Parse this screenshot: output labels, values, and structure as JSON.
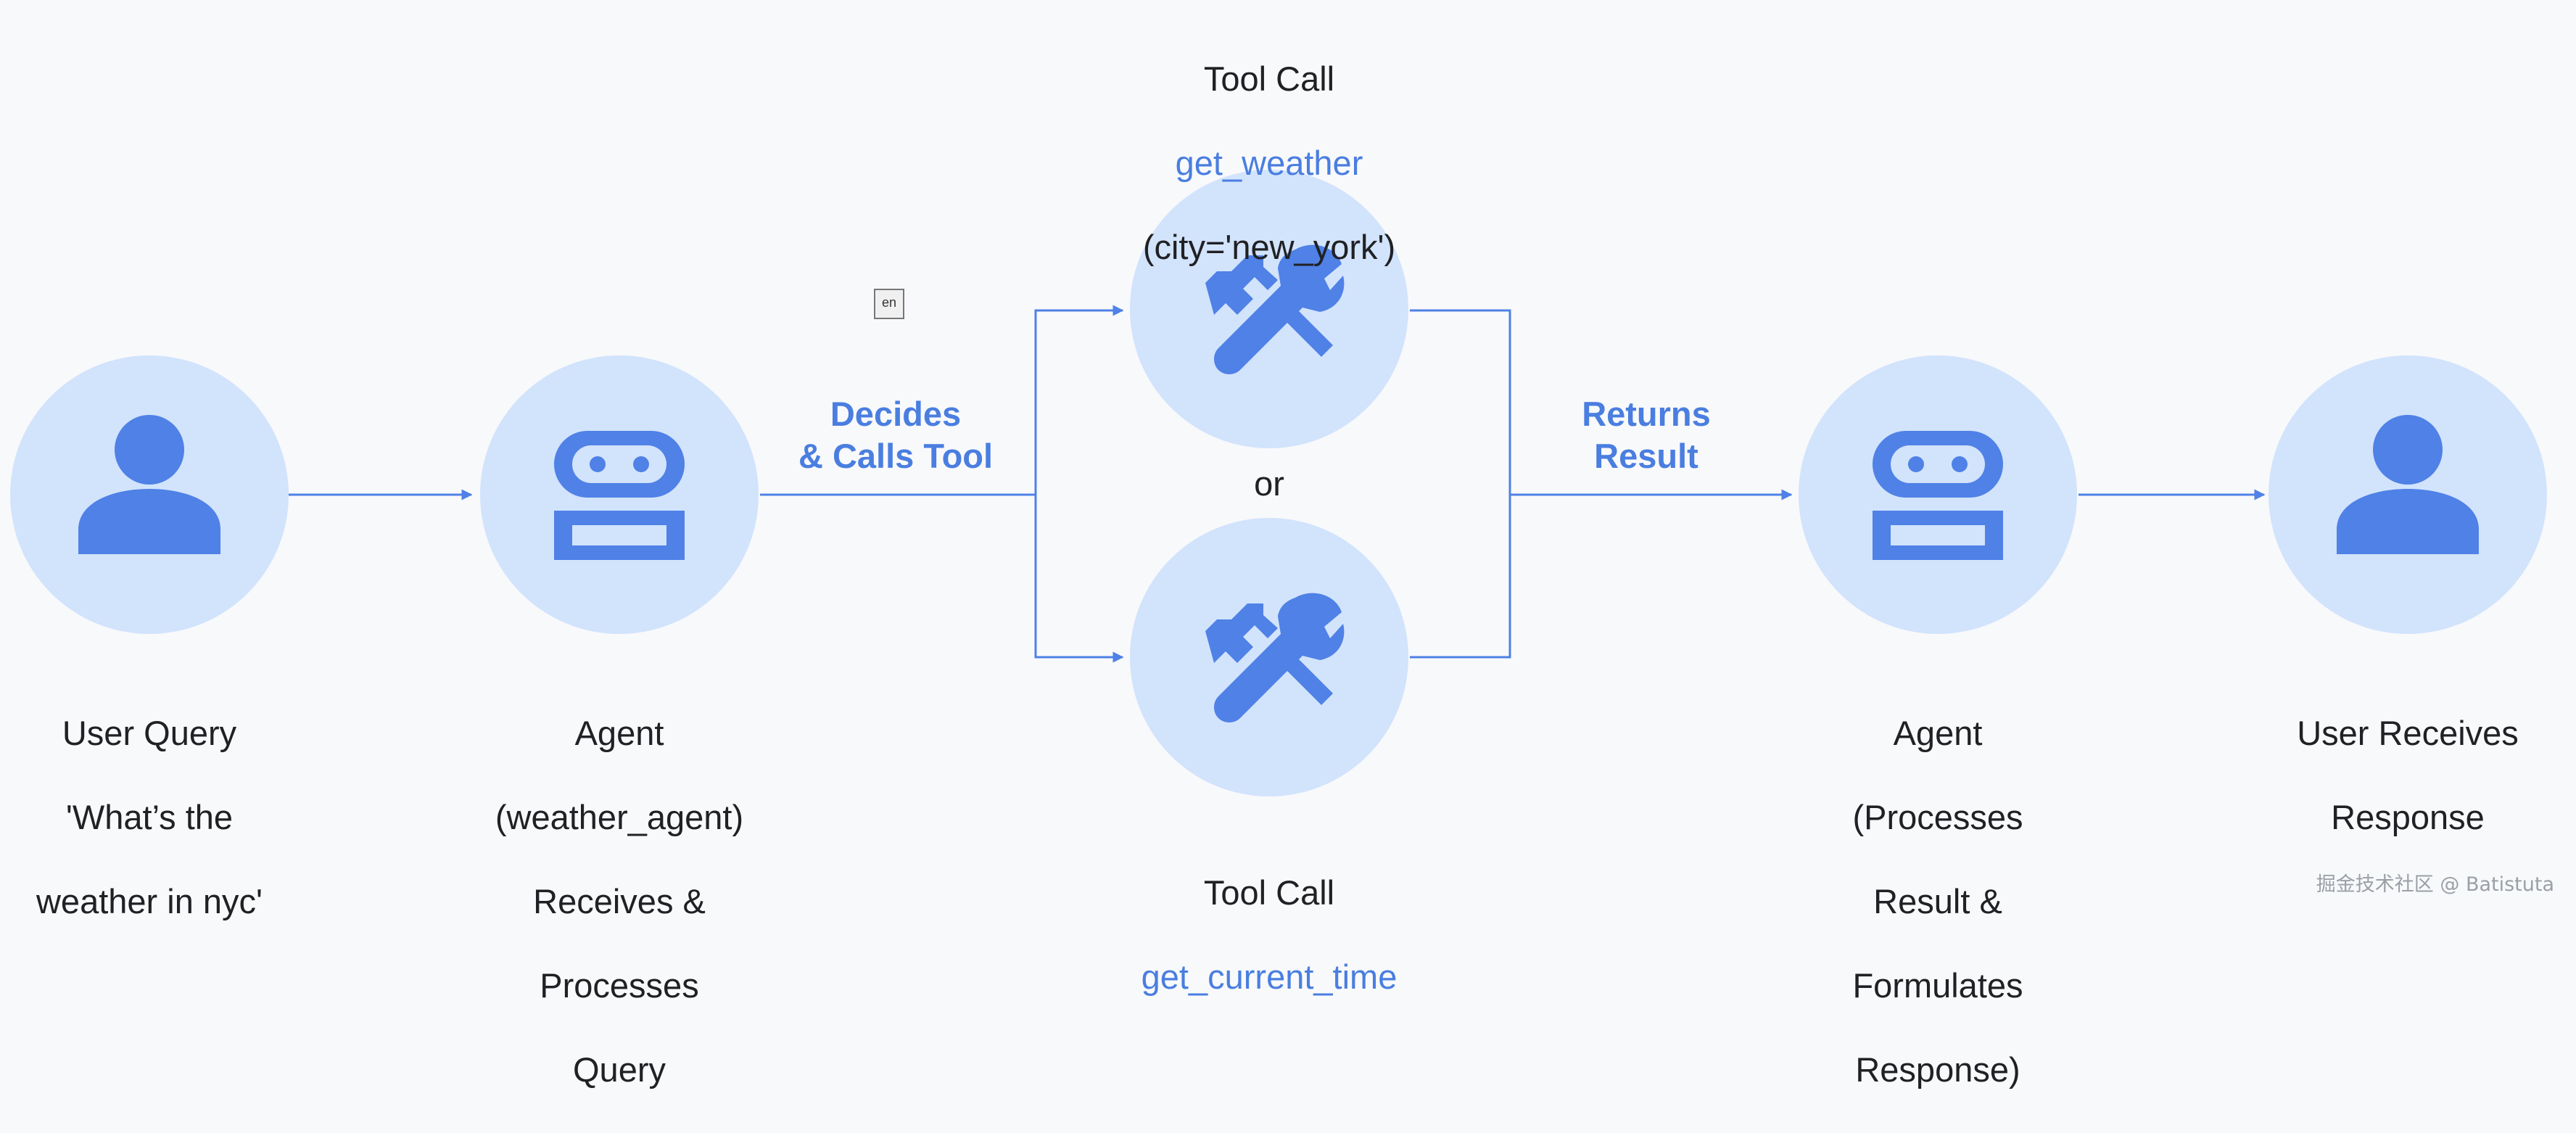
{
  "nodes": {
    "user_query": {
      "lines": [
        "User Query",
        "'What’s the",
        "weather in nyc'"
      ],
      "icon": "person-icon"
    },
    "agent_receives": {
      "lines": [
        "Agent",
        "(weather_agent)",
        "Receives &",
        "Processes",
        "Query"
      ],
      "icon": "robot-icon"
    },
    "tool_weather": {
      "title": "Tool Call",
      "function": "get_weather",
      "args": "(city='new_york')",
      "icon": "tools-icon"
    },
    "tool_time": {
      "title": "Tool Call",
      "function": "get_current_time",
      "icon": "tools-icon"
    },
    "agent_processes": {
      "lines": [
        "Agent",
        "(Processes",
        "Result &",
        "Formulates",
        "Response)"
      ],
      "icon": "robot-icon"
    },
    "user_receives": {
      "lines": [
        "User Receives",
        "Response"
      ],
      "icon": "person-icon"
    }
  },
  "edges": {
    "decides_calls_tool": [
      "Decides",
      "& Calls Tool"
    ],
    "returns_result": [
      "Returns",
      "Result"
    ]
  },
  "or_label": "or",
  "watermark": "掘金技术社区 @ Batistuta",
  "stray_glyph": "en",
  "colors": {
    "circle": "#d2e3fc",
    "accent": "#4f81e6",
    "text": "#202124",
    "background": "#f8f9fb"
  }
}
